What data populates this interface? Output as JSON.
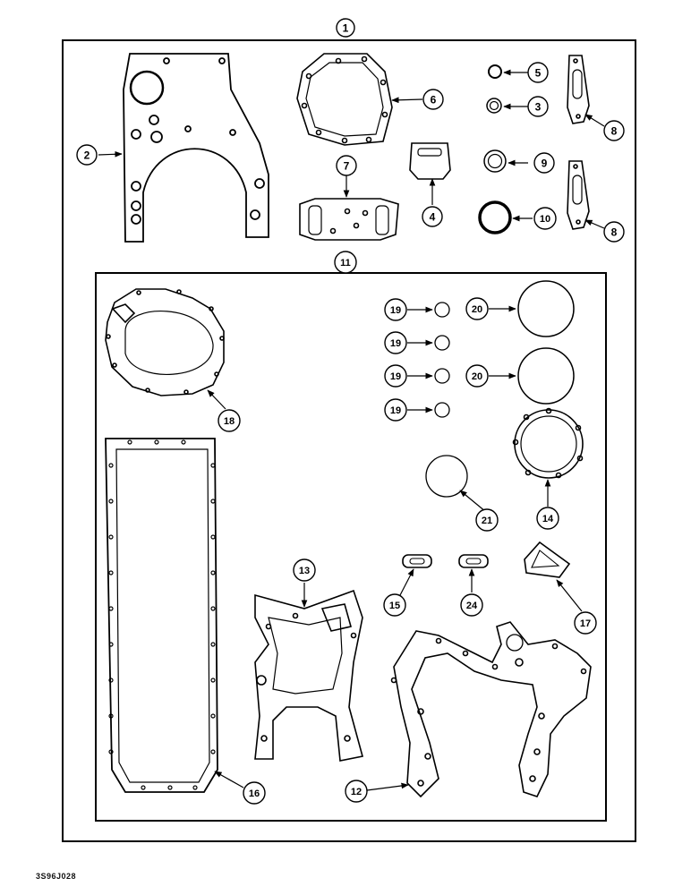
{
  "callouts": {
    "c1": "1",
    "c2": "2",
    "c3": "3",
    "c4": "4",
    "c5": "5",
    "c6": "6",
    "c7": "7",
    "c8a": "8",
    "c8b": "8",
    "c9": "9",
    "c10": "10",
    "c11": "11",
    "c12": "12",
    "c13": "13",
    "c14": "14",
    "c15": "15",
    "c16": "16",
    "c17": "17",
    "c18": "18",
    "c19a": "19",
    "c19b": "19",
    "c19c": "19",
    "c19d": "19",
    "c20a": "20",
    "c20b": "20",
    "c21": "21",
    "c24": "24"
  },
  "figure_code": "3S96J028"
}
